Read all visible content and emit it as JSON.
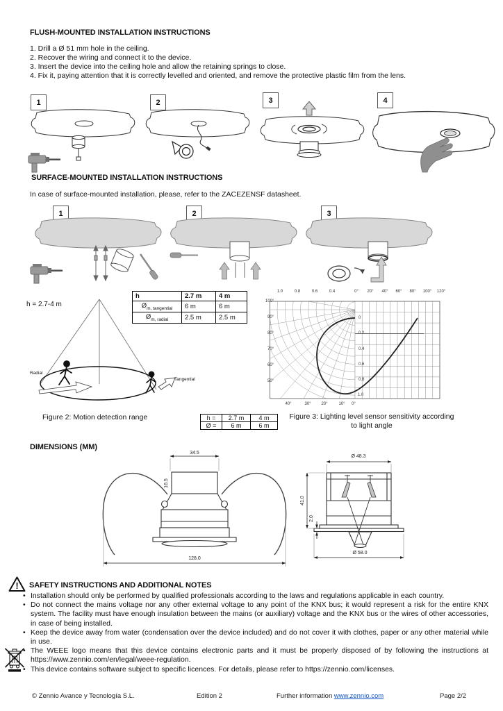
{
  "flush": {
    "title": "FLUSH-MOUNTED INSTALLATION INSTRUCTIONS",
    "steps": [
      "1. Drill a Ø 51 mm hole in the ceiling.",
      "2. Recover the wiring and connect it to the device.",
      "3. Insert the device into the ceiling hole and allow the retaining springs to close.",
      "4. Fix it, paying attention that it is correctly levelled and oriented, and remove the protective plastic film from the lens."
    ],
    "panels": [
      "1",
      "2",
      "3",
      "4"
    ]
  },
  "surface": {
    "title": "SURFACE-MOUNTED INSTALLATION INSTRUCTIONS",
    "intro": "In case of surface-mounted installation, please, refer to the ZACEZENSF datasheet.",
    "panels": [
      "1",
      "2",
      "3"
    ]
  },
  "fig2": {
    "height_label": "h = 2.7-4 m",
    "radial_label": "Radial",
    "tangential_label": "Tangential",
    "caption": "Figure 2: Motion detection range",
    "table": {
      "header": [
        "h",
        "2.7 m",
        "4 m"
      ],
      "rows": [
        {
          "symbol": "Ø",
          "sub": "m, tangential",
          "v1": "6 m",
          "v2": "6 m"
        },
        {
          "symbol": "Ø",
          "sub": "m, radial",
          "v1": "2.5 m",
          "v2": "2.5 m"
        }
      ]
    }
  },
  "fig3": {
    "caption_line1": "Figure 3: Lighting level sensor sensitivity according",
    "caption_line2": "to light angle",
    "table": {
      "rows": [
        {
          "label": "h =",
          "v1": "2.7 m",
          "v2": "4 m"
        },
        {
          "label": "Ø =",
          "v1": "6 m",
          "v2": "6 m"
        }
      ]
    },
    "chart": {
      "type": "line",
      "title": "Lighting level sensor sensitivity according to light angle",
      "top_left_ticks": [
        "1.0",
        "0.8",
        "0.6",
        "0.4"
      ],
      "top_right_ticks": [
        "0°",
        "20°",
        "40°",
        "60°",
        "80°",
        "100°",
        "120°"
      ],
      "left_ticks": [
        "100°",
        "90°",
        "80°",
        "70°",
        "60°",
        "50°"
      ],
      "axis_ticks": [
        "0",
        "0.2",
        "0.4",
        "0.6",
        "0.8",
        "1.0"
      ],
      "bottom_ticks": [
        "40°",
        "30°",
        "20°",
        "10°",
        "0°"
      ]
    }
  },
  "dimensions": {
    "title": "DIMENSIONS (MM)",
    "front": {
      "top_width": "34.5",
      "top_height": "16.5",
      "overall_width": "128.0"
    },
    "side": {
      "top_diameter": "Ø 48.3",
      "height": "41.0",
      "flange": "2.0",
      "bottom_diameter": "Ø 58.0"
    }
  },
  "safety": {
    "title": "SAFETY INSTRUCTIONS AND ADDITIONAL NOTES",
    "bullets": [
      "Installation should only be performed by qualified professionals according to the laws and regulations applicable in each country.",
      "Do not connect the mains voltage nor any other external voltage to any point of the KNX bus; it would represent a risk for the entire KNX system. The facility must have enough insulation between the mains (or auxiliary) voltage and the KNX bus or the wires of other accessories, in case of being installed.",
      "Keep the device away from water (condensation over the device included) and do not cover it with clothes, paper or any other material while in use.",
      "The WEEE logo means that this device contains electronic parts and it must be properly disposed of by following the instructions at https://www.zennio.com/en/legal/weee-regulation.",
      "This device contains software subject to specific licences. For details, please refer to https://zennio.com/licenses."
    ]
  },
  "footer": {
    "copyright": "© Zennio Avance y Tecnología S.L.",
    "edition": "Edition 2",
    "further_label": "Further information",
    "link": "www.zennio.com",
    "page": "Page 2/2"
  }
}
